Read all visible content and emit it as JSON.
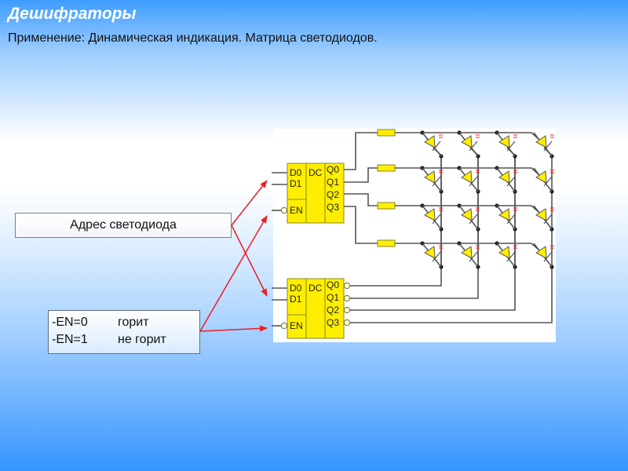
{
  "slide": {
    "title": "Дешифраторы",
    "subtitle": "Применение: Динамическая индикация. Матрица светодиодов."
  },
  "address_box": {
    "label": "Адрес светодиода"
  },
  "enable_box": {
    "rows": [
      {
        "key": "-EN=0",
        "value": "горит"
      },
      {
        "key": "-EN=1",
        "value": "не горит"
      }
    ]
  },
  "decoders": [
    {
      "name": "decoder-top",
      "inputs": [
        "D0",
        "D1"
      ],
      "enable": "EN",
      "function": "DC",
      "outputs": [
        "Q0",
        "Q1",
        "Q2",
        "Q3"
      ],
      "inverted_outputs": false
    },
    {
      "name": "decoder-bottom",
      "inputs": [
        "D0",
        "D1"
      ],
      "enable": "EN",
      "function": "DC",
      "outputs": [
        "Q0",
        "Q1",
        "Q2",
        "Q3"
      ],
      "inverted_outputs": true
    }
  ],
  "led_matrix": {
    "rows": 4,
    "cols": 4,
    "resistors": 4
  },
  "colors": {
    "chip_fill": "#ffee00",
    "chip_border": "#8a8a20",
    "wire": "#555555",
    "arrow": "#ee1c25",
    "led_fill": "#ffee00",
    "led_rays": "#ee1c25"
  }
}
